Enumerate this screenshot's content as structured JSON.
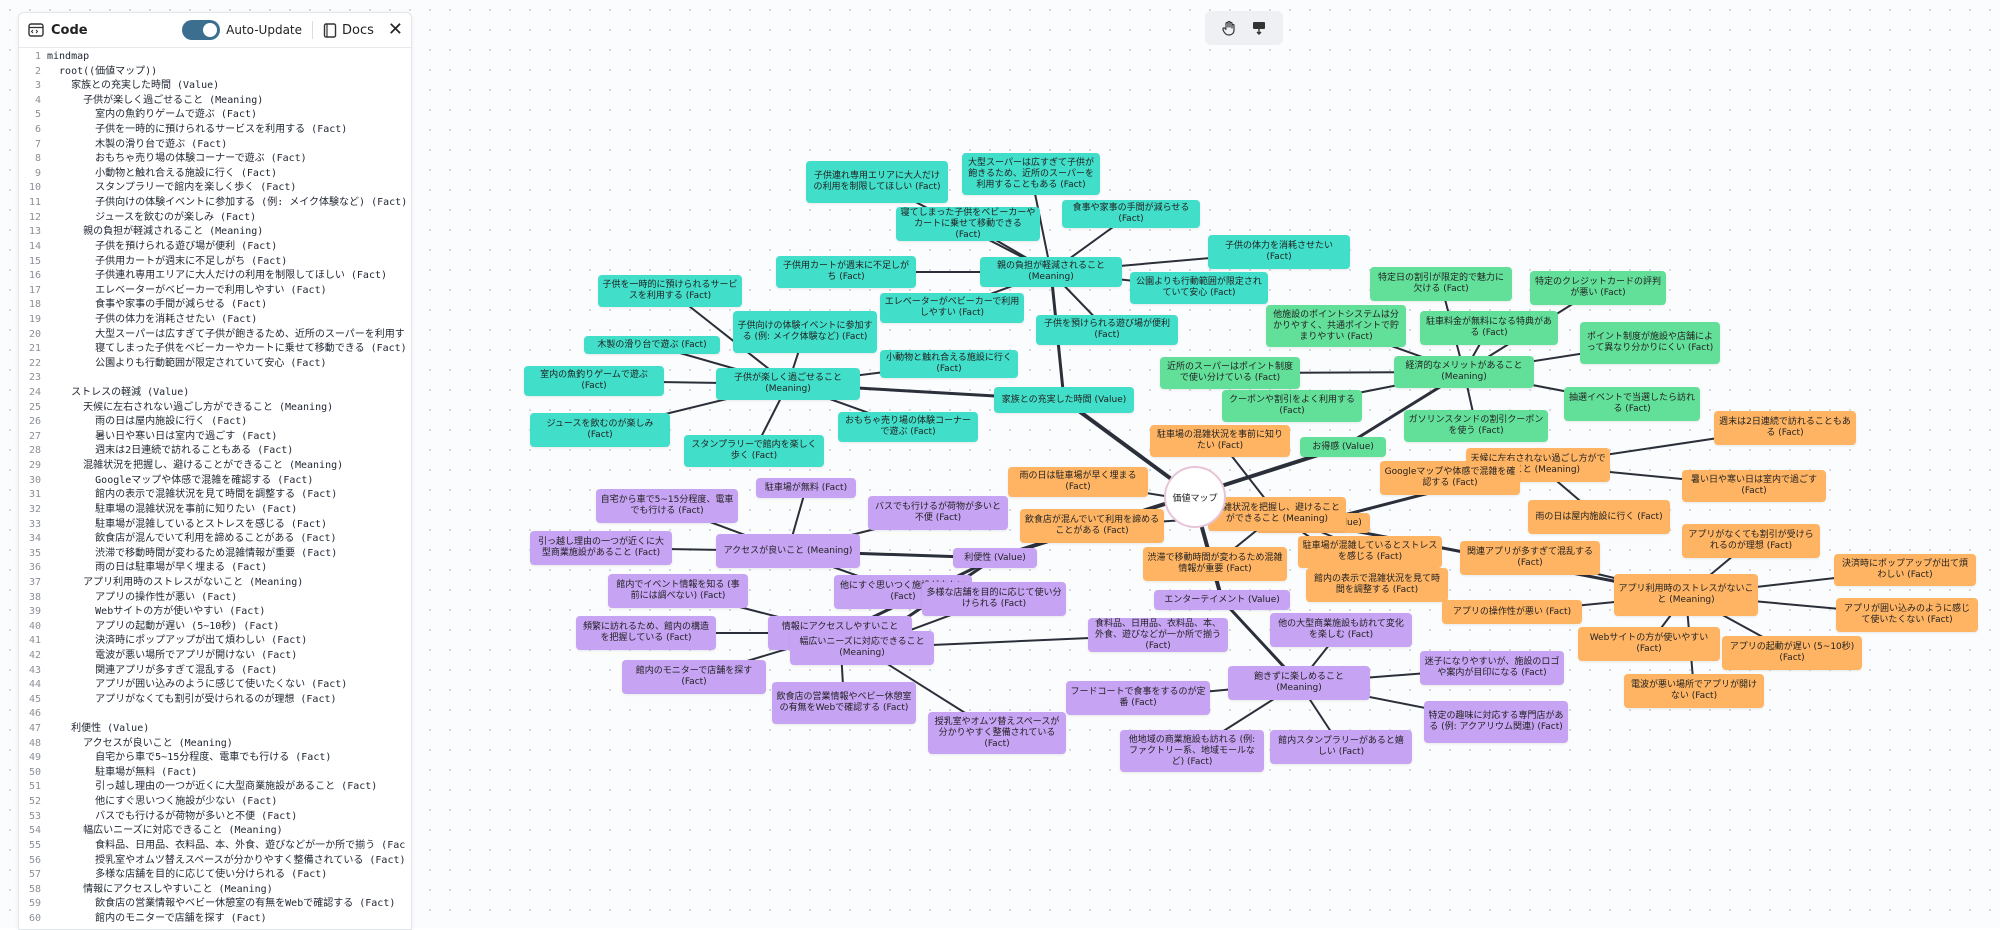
{
  "panel": {
    "title": "Code",
    "auto_update_label": "Auto-Update",
    "docs_label": "Docs",
    "lines": [
      {
        "n": "1",
        "t": "mindmap"
      },
      {
        "n": "2",
        "t": "  root((価値マップ))"
      },
      {
        "n": "3",
        "t": "    家族との充実した時間 (Value)"
      },
      {
        "n": "4",
        "t": "      子供が楽しく過ごせること (Meaning)"
      },
      {
        "n": "5",
        "t": "        室内の魚釣りゲームで遊ぶ (Fact)"
      },
      {
        "n": "6",
        "t": "        子供を一時的に預けられるサービスを利用する (Fact)"
      },
      {
        "n": "7",
        "t": "        木製の滑り台で遊ぶ (Fact)"
      },
      {
        "n": "8",
        "t": "        おもちゃ売り場の体験コーナーで遊ぶ (Fact)"
      },
      {
        "n": "9",
        "t": "        小動物と触れ合える施設に行く (Fact)"
      },
      {
        "n": "10",
        "t": "        スタンプラリーで館内を楽しく歩く (Fact)"
      },
      {
        "n": "11",
        "t": "        子供向けの体験イベントに参加する (例: メイク体験など) (Fact)"
      },
      {
        "n": "12",
        "t": "        ジュースを飲むのが楽しみ (Fact)"
      },
      {
        "n": "13",
        "t": "      親の負担が軽減されること (Meaning)"
      },
      {
        "n": "14",
        "t": "        子供を預けられる遊び場が便利 (Fact)"
      },
      {
        "n": "15",
        "t": "        子供用カートが週末に不足しがち (Fact)"
      },
      {
        "n": "16",
        "t": "        子供連れ専用エリアに大人だけの利用を制限してほしい (Fact)"
      },
      {
        "n": "17",
        "t": "        エレベーターがベビーカーで利用しやすい (Fact)"
      },
      {
        "n": "18",
        "t": "        食事や家事の手間が減らせる (Fact)"
      },
      {
        "n": "19",
        "t": "        子供の体力を消耗させたい (Fact)"
      },
      {
        "n": "20",
        "t": "        大型スーパーは広すぎて子供が飽きるため、近所のスーパーを利用す"
      },
      {
        "n": "21",
        "t": "        寝てしまった子供をベビーカーやカートに乗せて移動できる (Fact)"
      },
      {
        "n": "22",
        "t": "        公園よりも行動範囲が限定されていて安心 (Fact)"
      },
      {
        "n": "23",
        "t": ""
      },
      {
        "n": "24",
        "t": "    ストレスの軽減 (Value)"
      },
      {
        "n": "25",
        "t": "      天候に左右されない過ごし方ができること (Meaning)"
      },
      {
        "n": "26",
        "t": "        雨の日は屋内施設に行く (Fact)"
      },
      {
        "n": "27",
        "t": "        暑い日や寒い日は室内で過ごす (Fact)"
      },
      {
        "n": "28",
        "t": "        週末は2日連続で訪れることもある (Fact)"
      },
      {
        "n": "29",
        "t": "      混雑状況を把握し、避けることができること (Meaning)"
      },
      {
        "n": "30",
        "t": "        Googleマップや体感で混雑を確認する (Fact)"
      },
      {
        "n": "31",
        "t": "        館内の表示で混雑状況を見て時間を調整する (Fact)"
      },
      {
        "n": "32",
        "t": "        駐車場の混雑状況を事前に知りたい (Fact)"
      },
      {
        "n": "33",
        "t": "        駐車場が混雑しているとストレスを感じる (Fact)"
      },
      {
        "n": "34",
        "t": "        飲食店が混んでいて利用を諦めることがある (Fact)"
      },
      {
        "n": "35",
        "t": "        渋滞で移動時間が変わるため混雑情報が重要 (Fact)"
      },
      {
        "n": "36",
        "t": "        雨の日は駐車場が早く埋まる (Fact)"
      },
      {
        "n": "37",
        "t": "      アプリ利用時のストレスがないこと (Meaning)"
      },
      {
        "n": "38",
        "t": "        アプリの操作性が悪い (Fact)"
      },
      {
        "n": "39",
        "t": "        Webサイトの方が使いやすい (Fact)"
      },
      {
        "n": "40",
        "t": "        アプリの起動が遅い (5~10秒) (Fact)"
      },
      {
        "n": "41",
        "t": "        決済時にポップアップが出て煩わしい (Fact)"
      },
      {
        "n": "42",
        "t": "        電波が悪い場所でアプリが開けない (Fact)"
      },
      {
        "n": "43",
        "t": "        関連アプリが多すぎて混乱する (Fact)"
      },
      {
        "n": "44",
        "t": "        アプリが囲い込みのように感じて使いたくない (Fact)"
      },
      {
        "n": "45",
        "t": "        アプリがなくても割引が受けられるのが理想 (Fact)"
      },
      {
        "n": "46",
        "t": ""
      },
      {
        "n": "47",
        "t": "    利便性 (Value)"
      },
      {
        "n": "48",
        "t": "      アクセスが良いこと (Meaning)"
      },
      {
        "n": "49",
        "t": "        自宅から車で5~15分程度、電車でも行ける (Fact)"
      },
      {
        "n": "50",
        "t": "        駐車場が無料 (Fact)"
      },
      {
        "n": "51",
        "t": "        引っ越し理由の一つが近くに大型商業施設があること (Fact)"
      },
      {
        "n": "52",
        "t": "        他にすぐ思いつく施設が少ない (Fact)"
      },
      {
        "n": "53",
        "t": "        バスでも行けるが荷物が多いと不便 (Fact)"
      },
      {
        "n": "54",
        "t": "      幅広いニーズに対応できること (Meaning)"
      },
      {
        "n": "55",
        "t": "        食料品、日用品、衣料品、本、外食、遊びなどが一か所で揃う (Fac"
      },
      {
        "n": "56",
        "t": "        授乳室やオムツ替えスペースが分かりやすく整備されている (Fact)"
      },
      {
        "n": "57",
        "t": "        多様な店舗を目的に応じて使い分けられる (Fact)"
      },
      {
        "n": "58",
        "t": "      情報にアクセスしやすいこと (Meaning)"
      },
      {
        "n": "59",
        "t": "        飲食店の営業情報やベビー休憩室の有無をWebで確認する (Fact)"
      },
      {
        "n": "60",
        "t": "        館内のモニターで店舗を探す (Fact)"
      }
    ]
  },
  "map": {
    "root": "価値マップ",
    "values": [
      {
        "label": "家族との充実した時間 (Value)"
      },
      {
        "label": "ストレスの軽減 (Value)"
      },
      {
        "label": "利便性 (Value)"
      },
      {
        "label": "お得感 (Value)"
      },
      {
        "label": "エンターテイメント (Value)"
      }
    ],
    "cyan": [
      "子供連れ専用エリアに大人だけの利用を制限してほしい (Fact)",
      "大型スーパーは広すぎて子供が飽きるため、近所のスーパーを利用することもある (Fact)",
      "寝てしまった子供をベビーカーやカートに乗せて移動できる (Fact)",
      "食事や家事の手間が減らせる (Fact)",
      "子供の体力を消耗させたい (Fact)",
      "子供用カートが週末に不足しがち (Fact)",
      "親の負担が軽減されること (Meaning)",
      "公園よりも行動範囲が限定されていて安心 (Fact)",
      "子供を一時的に預けられるサービスを利用する (Fact)",
      "エレベーターがベビーカーで利用しやすい (Fact)",
      "子供を預けられる遊び場が便利 (Fact)",
      "子供向けの体験イベントに参加する (例: メイク体験など) (Fact)",
      "木製の滑り台で遊ぶ (Fact)",
      "小動物と触れ合える施設に行く (Fact)",
      "室内の魚釣りゲームで遊ぶ (Fact)",
      "子供が楽しく過ごせること (Meaning)",
      "ジュースを飲むのが楽しみ (Fact)",
      "おもちゃ売り場の体験コーナーで遊ぶ (Fact)",
      "スタンプラリーで館内を楽しく歩く (Fact)"
    ],
    "green": [
      "特定日の割引が限定的で魅力に欠ける (Fact)",
      "特定のクレジットカードの評判が悪い (Fact)",
      "他施設のポイントシステムは分かりやすく、共通ポイントで貯まりやすい (Fact)",
      "駐車料金が無料になる特典がある (Fact)",
      "ポイント制度が施設や店舗によって異なり分かりにくい (Fact)",
      "近所のスーパーはポイント制度で使い分けている (Fact)",
      "経済的なメリットがあること (Meaning)",
      "クーポンや割引をよく利用する (Fact)",
      "抽選イベントで当選したら訪れる (Fact)",
      "ガソリンスタンドの割引クーポンを使う (Fact)"
    ],
    "orange": [
      "駐車場の混雑状況を事前に知りたい (Fact)",
      "週末は2日連続で訪れることもある (Fact)",
      "雨の日は駐車場が早く埋まる (Fact)",
      "天候に左右されない過ごし方ができること (Meaning)",
      "Googleマップや体感で混雑を確認する (Fact)",
      "暑い日や寒い日は室内で過ごす (Fact)",
      "混雑状況を把握し、避けることができること (Meaning)",
      "飲食店が混んでいて利用を諦めることがある (Fact)",
      "雨の日は屋内施設に行く (Fact)",
      "アプリがなくても割引が受けられるのが理想 (Fact)",
      "駐車場が混雑しているとストレスを感じる (Fact)",
      "関連アプリが多すぎて混乱する (Fact)",
      "決済時にポップアップが出て煩わしい (Fact)",
      "渋滞で移動時間が変わるため混雑情報が重要 (Fact)",
      "館内の表示で混雑状況を見て時間を調整する (Fact)",
      "アプリ利用時のストレスがないこと (Meaning)",
      "アプリの操作性が悪い (Fact)",
      "アプリが囲い込みのように感じて使いたくない (Fact)",
      "Webサイトの方が使いやすい (Fact)",
      "アプリの起動が遅い (5~10秒) (Fact)",
      "電波が悪い場所でアプリが開けない (Fact)"
    ],
    "purple": [
      "駐車場が無料 (Fact)",
      "自宅から車で5~15分程度、電車でも行ける (Fact)",
      "バスでも行けるが荷物が多いと不便 (Fact)",
      "引っ越し理由の一つが近くに大型商業施設があること (Fact)",
      "アクセスが良いこと (Meaning)",
      "館内でイベント情報を知る (事前には調べない) (Fact)",
      "他にすぐ思いつく施設が少ない (Fact)",
      "多様な店舗を目的に応じて使い分けられる (Fact)",
      "頻繁に訪れるため、館内の構造を把握している (Fact)",
      "情報にアクセスしやすいこと (Meaning)",
      "幅広いニーズに対応できること (Meaning)",
      "食料品、日用品、衣料品、本、外食、遊びなどが一か所で揃う (Fact)",
      "他の大型商業施設も訪れて変化を楽しむ (Fact)",
      "館内のモニターで店舗を探す (Fact)",
      "飲食店の営業情報やベビー休憩室の有無をWebで確認する (Fact)",
      "飽きずに楽しめること (Meaning)",
      "迷子になりやすいが、施設のロゴや案内が目印になる (Fact)",
      "フードコートで食事をするのが定番 (Fact)",
      "特定の趣味に対応する専門店がある (例: アクアリウム関連) (Fact)",
      "授乳室やオムツ替えスペースが分かりやすく整備されている (Fact)",
      "他地域の商業施設も訪れる (例: ファクトリー系、地域モールなど) (Fact)",
      "館内スタンプラリーがあると嬉しい (Fact)"
    ]
  }
}
